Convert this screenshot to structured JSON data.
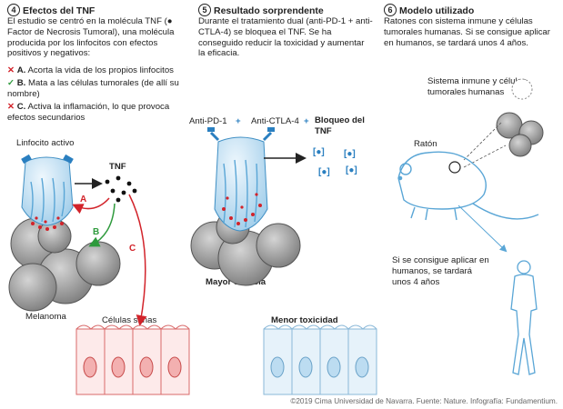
{
  "panels": {
    "effects": {
      "number": "4",
      "title": "Efectos del TNF",
      "intro": "El estudio se centró en la molécula TNF (● Factor de Necrosis Tumoral), una molécula producida por los linfocitos con efectos positivos y negativos:",
      "items": [
        {
          "mark": "✕",
          "key": "A.",
          "text": "Acorta la vida de los propios linfocitos",
          "polarity": "negative"
        },
        {
          "mark": "✓",
          "key": "B.",
          "text": "Mata a las células tumorales (de allí su nombre)",
          "polarity": "positive"
        },
        {
          "mark": "✕",
          "key": "C.",
          "text": "Activa la inflamación, lo que provoca efectos secundarios",
          "polarity": "negative"
        }
      ],
      "labels": {
        "lymphocyte": "Linfocito activo",
        "tnf": "TNF",
        "arrow_a": "A",
        "arrow_b": "B",
        "arrow_c": "C",
        "melanoma": "Melanoma",
        "healthy_cells": "Células sanas"
      }
    },
    "result": {
      "number": "5",
      "title": "Resultado sorprendente",
      "body": "Durante el tratamiento dual (anti-PD-1 + anti-CTLA-4) se bloquea el TNF. Se ha conseguido reducir la toxicidad y aumentar la eficacia.",
      "labels": {
        "anti_pd1": "Anti-PD-1",
        "plus1": "+",
        "anti_ctla4": "Anti-CTLA-4",
        "plus2": "+",
        "tnf_block": "Bloqueo del TNF",
        "efficacy": "Mayor eficacia",
        "toxicity": "Menor toxicidad"
      }
    },
    "model": {
      "number": "6",
      "title": "Modelo utilizado",
      "body": "Ratones con sistema inmune y células tumorales humanas. Si se consigue aplicar en humanos, se tardará unos 4 años.",
      "labels": {
        "human_system": "Sistema inmune y células tumorales humanas",
        "mouse": "Ratón",
        "human_note": "Si se consigue aplicar en humanos, se tardará unos 4 años"
      }
    }
  },
  "credit": "©2019 Cima Universidad de Navarra. Fuente: Nature. Infografía: Fundamentium.",
  "colors": {
    "negative": "#d2232a",
    "positive": "#2e9a3c",
    "cell_red": "#fdeaea",
    "cell_red_border": "#d96a6a",
    "cell_blue": "#e6f2fa",
    "cell_blue_border": "#8ab8d8",
    "lymph_blue": "#5aa6d6",
    "antibody_blue": "#2a7fc0",
    "tumor_grey": "#9a9a9a"
  }
}
